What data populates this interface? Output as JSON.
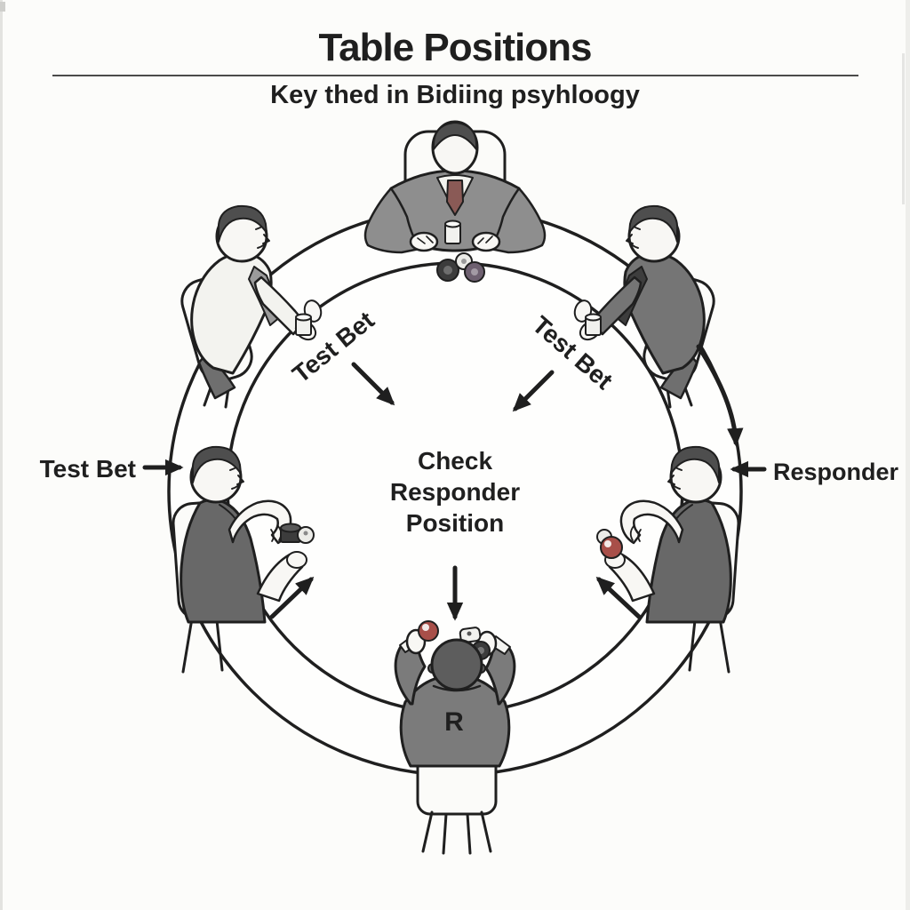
{
  "header": {
    "title": "Table Positions",
    "subtitle": "Key thed in Bidiing psyhloogy"
  },
  "center_label": {
    "line1": "Check",
    "line2": "Responder",
    "line3": "Position"
  },
  "labels": {
    "test_bet_outer_left": "Test Bet",
    "test_bet_inner_left": "Test Bet",
    "test_bet_inner_right": "Test Bet",
    "responder": "Responder",
    "bottom_player_initial": "R"
  },
  "colors": {
    "ink": "#1f1f1f",
    "paper": "#fcfcfa",
    "surface": "#fefefd",
    "chair": "#fbfbf9",
    "skin": "#f8f7f4",
    "hair": "#4e4e4e",
    "suit_top": "#8e8e8e",
    "suit_right": "#757575",
    "shirt_white": "#f3f3ef",
    "polo": "#686868",
    "shirt_back": "#7b7b7b",
    "head_back": "#5d5d5d",
    "tie_maroon": "#8a5a56",
    "tie_gray": "#9b9b9b",
    "tie_dark": "#3d3d3d",
    "chip_red": "#a84f49",
    "chip_dark": "#3c3c3c",
    "chip_light": "#ecece8"
  }
}
